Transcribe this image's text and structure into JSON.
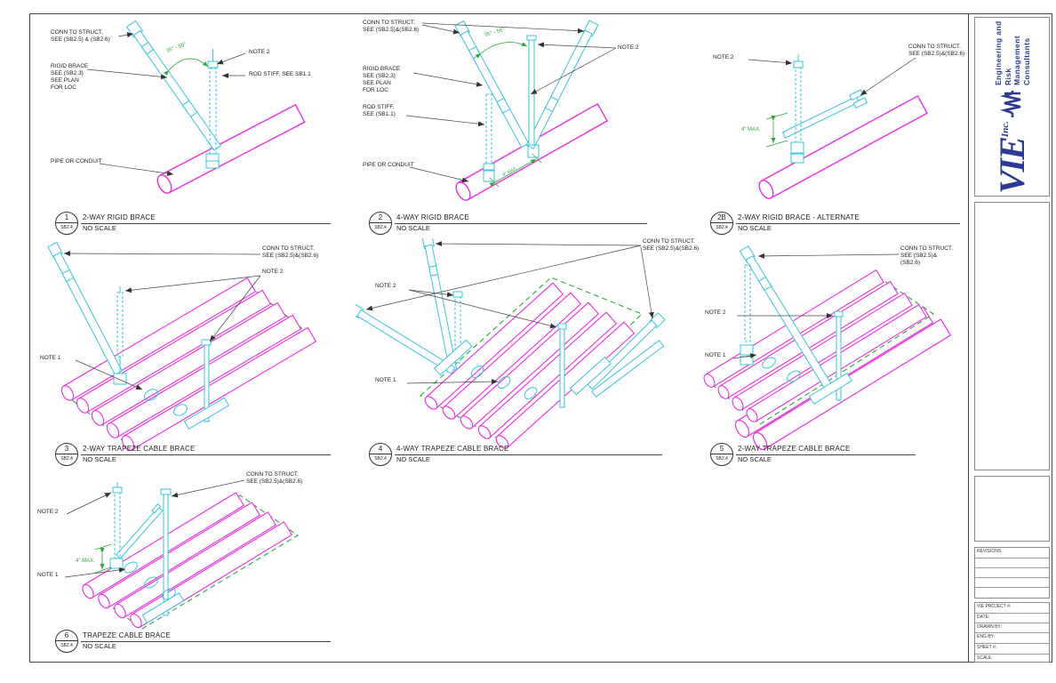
{
  "sheet": {
    "colors": {
      "pipe_magenta": "#ea2fe2",
      "brace_cyan": "#35c6da",
      "outline_green": "#2aa83a",
      "leader": "#444444",
      "logo_blue": "#2b3a96"
    },
    "titleblock": {
      "logo": {
        "brand": "VIE",
        "inc": "Inc.",
        "tagline": "Engineering and Risk\nManagement Consultants"
      },
      "revisions_label": "REVISIONS:",
      "fields": [
        "VIE PROJECT #:",
        "DATE:",
        "DRAWN BY:",
        "ENG BY:",
        "SHEET #:",
        "SCALE:"
      ]
    }
  },
  "details": {
    "d1": {
      "num": "1",
      "sheet_ref": "SB2.4",
      "title": "2-WAY RIGID BRACE",
      "scale": "NO SCALE",
      "labels": {
        "conn": "CONN TO STRUCT,\nSEE (SB2.5) & (SB2.6)",
        "rigid": "RIGID BRACE\nSEE (SB2.3)\nSEE PLAN\nFOR LOC",
        "pipe": "PIPE OR CONDUIT",
        "note2": "NOTE 2",
        "rod": "ROD STIFF, SEE SB1.1",
        "angle": "35° - 55°"
      }
    },
    "d2": {
      "num": "2",
      "sheet_ref": "SB2.4",
      "title": "4-WAY RIGID BRACE",
      "scale": "NO SCALE",
      "labels": {
        "conn": "CONN TO STRUCT.\nSEE (SB2.5)&(SB2.6)",
        "rigid": "RIGID BRACE\nSEE (SB2.3)\nSEE PLAN\nFOR LOC",
        "rod": "ROD STIFF,\nSEE (SB1.1)",
        "pipe": "PIPE OR CONDUIT",
        "note2": "NOTE 2",
        "angle": "35° - 55°",
        "dim": "4\" MAX."
      }
    },
    "d2b": {
      "num": "2B",
      "sheet_ref": "SB2.4",
      "title": "2-WAY RIGID BRACE - ALTERNATE",
      "scale": "NO SCALE",
      "labels": {
        "note2": "NOTE 2",
        "conn": "CONN TO STRUCT.\nSEE (SB2.5)&(SB2.6)",
        "dim": "4\" MAX."
      }
    },
    "d3": {
      "num": "3",
      "sheet_ref": "SB2.4",
      "title": "2-WAY TRAPEZE CABLE BRACE",
      "scale": "NO SCALE",
      "labels": {
        "conn": "CONN TO STRUCT.\nSEE (SB2.5)&(SB2.6)",
        "note2": "NOTE 2",
        "note1": "NOTE 1"
      }
    },
    "d4": {
      "num": "4",
      "sheet_ref": "SB2.4",
      "title": "4-WAY TRAPEZE CABLE BRACE",
      "scale": "NO SCALE",
      "labels": {
        "conn": "CONN TO STRUCT.\nSEE (SB2.5)&(SB2.6)",
        "note2": "NOTE 2",
        "note1": "NOTE 1"
      }
    },
    "d5": {
      "num": "5",
      "sheet_ref": "SB2.4",
      "title": "2-WAY TRAPEZE CABLE BRACE",
      "scale": "NO SCALE",
      "labels": {
        "conn": "CONN TO STRUCT.\nSEE (SB2.5)&(SB2.6)",
        "note2": "NOTE 2",
        "note1": "NOTE 1"
      }
    },
    "d6": {
      "num": "6",
      "sheet_ref": "SB2.4",
      "title": "TRAPEZE CABLE BRACE",
      "scale": "NO SCALE",
      "labels": {
        "note2": "NOTE 2",
        "conn": "CONN TO STRUCT.\nSEE (SB2.5)&(SB2.6)",
        "note1": "NOTE 1",
        "dim": "4\" MAX."
      }
    }
  }
}
